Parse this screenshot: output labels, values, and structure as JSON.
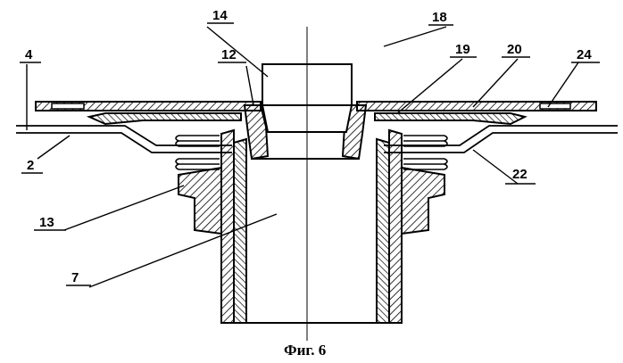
{
  "figure": {
    "caption": "Фиг. 6",
    "labels": {
      "l14": "14",
      "l18": "18",
      "l12": "12",
      "l19": "19",
      "l20": "20",
      "l24": "24",
      "l4": "4",
      "l2": "2",
      "l22": "22",
      "l13": "13",
      "l7": "7"
    }
  },
  "colors": {
    "line": "#000000",
    "background": "#ffffff"
  }
}
